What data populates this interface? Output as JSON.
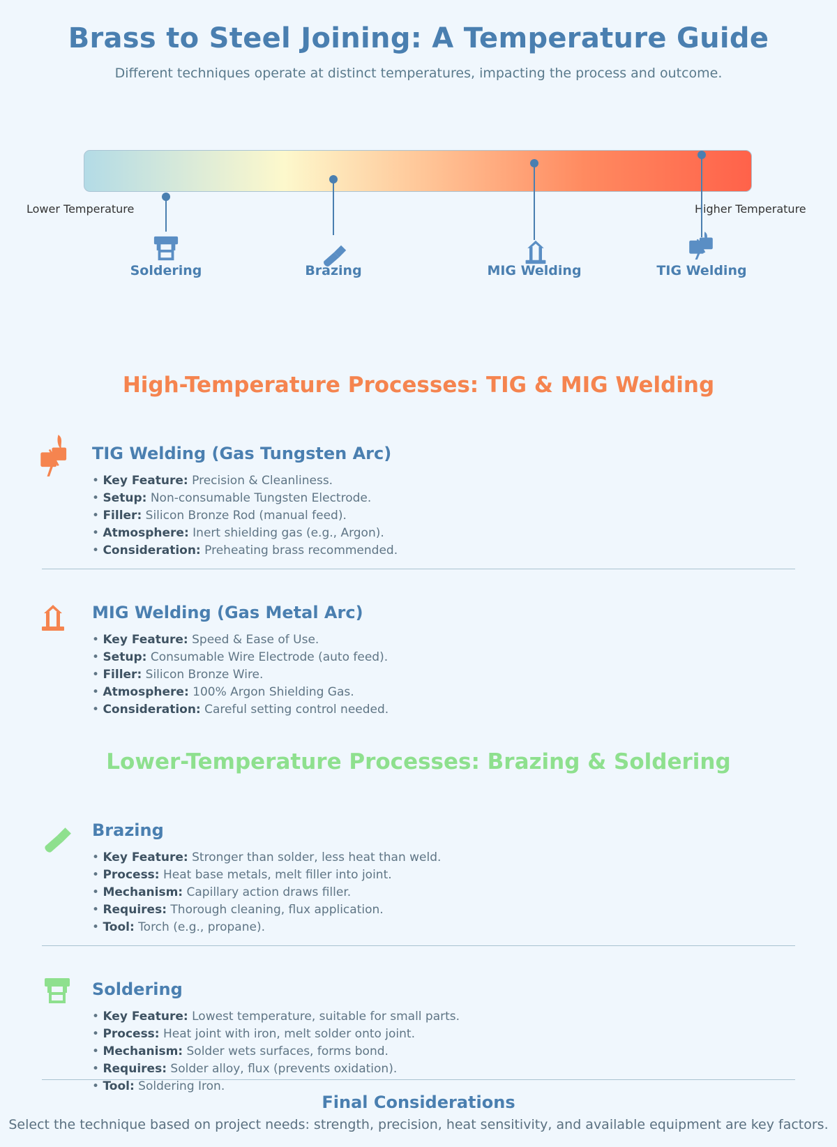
{
  "header": {
    "title": "Brass to Steel Joining: A Temperature Guide",
    "subtitle": "Different techniques operate at distinct temperatures, impacting the process and outcome."
  },
  "scale": {
    "low_label": "Lower Temperature",
    "high_label": "Higher Temperature",
    "gradient_colors": [
      "#b3dbe6",
      "#fdf8cc",
      "#ffc89a",
      "#ff8a60",
      "#ff624a"
    ],
    "processes": [
      {
        "label": "Soldering",
        "icon": "soldering-iron-icon",
        "position_pct": 12
      },
      {
        "label": "Brazing",
        "icon": "torch-icon",
        "position_pct": 37
      },
      {
        "label": "MIG Welding",
        "icon": "mig-torch-icon",
        "position_pct": 67
      },
      {
        "label": "TIG Welding",
        "icon": "tig-spark-icon",
        "position_pct": 92
      }
    ]
  },
  "high_section": {
    "heading": "High-Temperature Processes: TIG & MIG Welding",
    "color": "#f5844f"
  },
  "low_section": {
    "heading": "Lower-Temperature Processes: Brazing & Soldering",
    "color": "#8ee08e"
  },
  "cards": [
    {
      "title": "TIG Welding (Gas Tungsten Arc)",
      "icon": "tig-spark-icon",
      "icon_color": "#f5844f",
      "items": [
        {
          "key": "Key Feature:",
          "value": "Precision & Cleanliness."
        },
        {
          "key": "Setup:",
          "value": "Non-consumable Tungsten Electrode."
        },
        {
          "key": "Filler:",
          "value": "Silicon Bronze Rod (manual feed)."
        },
        {
          "key": "Atmosphere:",
          "value": "Inert shielding gas (e.g., Argon)."
        },
        {
          "key": "Consideration:",
          "value": "Preheating brass recommended."
        }
      ]
    },
    {
      "title": "MIG Welding (Gas Metal Arc)",
      "icon": "mig-torch-icon",
      "icon_color": "#f5844f",
      "items": [
        {
          "key": "Key Feature:",
          "value": "Speed & Ease of Use."
        },
        {
          "key": "Setup:",
          "value": "Consumable Wire Electrode (auto feed)."
        },
        {
          "key": "Filler:",
          "value": "Silicon Bronze Wire."
        },
        {
          "key": "Atmosphere:",
          "value": "100% Argon Shielding Gas."
        },
        {
          "key": "Consideration:",
          "value": "Careful setting control needed."
        }
      ]
    },
    {
      "title": "Brazing",
      "icon": "torch-icon",
      "icon_color": "#8ee08e",
      "items": [
        {
          "key": "Key Feature:",
          "value": "Stronger than solder, less heat than weld."
        },
        {
          "key": "Process:",
          "value": "Heat base metals, melt filler into joint."
        },
        {
          "key": "Mechanism:",
          "value": "Capillary action draws filler."
        },
        {
          "key": "Requires:",
          "value": "Thorough cleaning, flux application."
        },
        {
          "key": "Tool:",
          "value": "Torch (e.g., propane)."
        }
      ]
    },
    {
      "title": "Soldering",
      "icon": "soldering-iron-icon",
      "icon_color": "#8ee08e",
      "items": [
        {
          "key": "Key Feature:",
          "value": "Lowest temperature, suitable for small parts."
        },
        {
          "key": "Process:",
          "value": "Heat joint with iron, melt solder onto joint."
        },
        {
          "key": "Mechanism:",
          "value": "Solder wets surfaces, forms bond."
        },
        {
          "key": "Requires:",
          "value": "Solder alloy, flux (prevents oxidation)."
        },
        {
          "key": "Tool:",
          "value": "Soldering Iron."
        }
      ]
    }
  ],
  "final": {
    "title": "Final Considerations",
    "text": "Select the technique based on project needs: strength, precision, heat sensitivity, and available equipment are key factors."
  }
}
